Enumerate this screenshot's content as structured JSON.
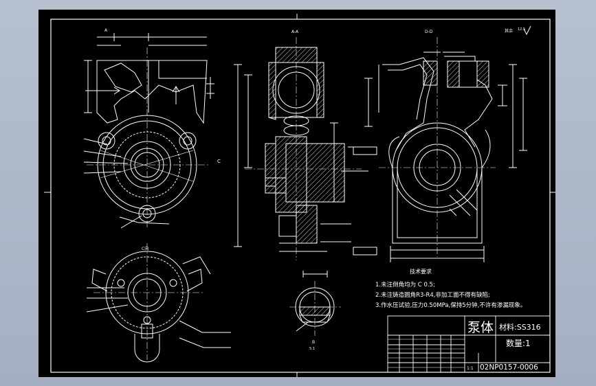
{
  "views": {
    "view_a_label": "A",
    "section_aa_label": "A-A",
    "section_dd_label": "D-D",
    "view_c_label": "C",
    "view_c_title": "C向",
    "section_b_label": "B",
    "section_b_scale": "5:1"
  },
  "surface_finish": {
    "label": "其余",
    "value": "12.5"
  },
  "tech_requirements": {
    "title": "技术要求",
    "items": [
      "1.未注倒角均为 C 0.5;",
      "2.未注铸造圆角R3-R4,非加工面不得有缺陷;",
      "3.作水压试验,压力0.50MPa,保持5分钟,不许有渗漏现象。"
    ]
  },
  "title_block": {
    "part_name": "泵体",
    "material": "材料:SS316",
    "quantity": "数量:1",
    "drawing_number": "02NP0157-0006",
    "scale": "1:1"
  },
  "colors": {
    "lines": "#ffffff",
    "hatch": "#e6e6e6",
    "background": "#000000",
    "window": "#aab4c6"
  }
}
